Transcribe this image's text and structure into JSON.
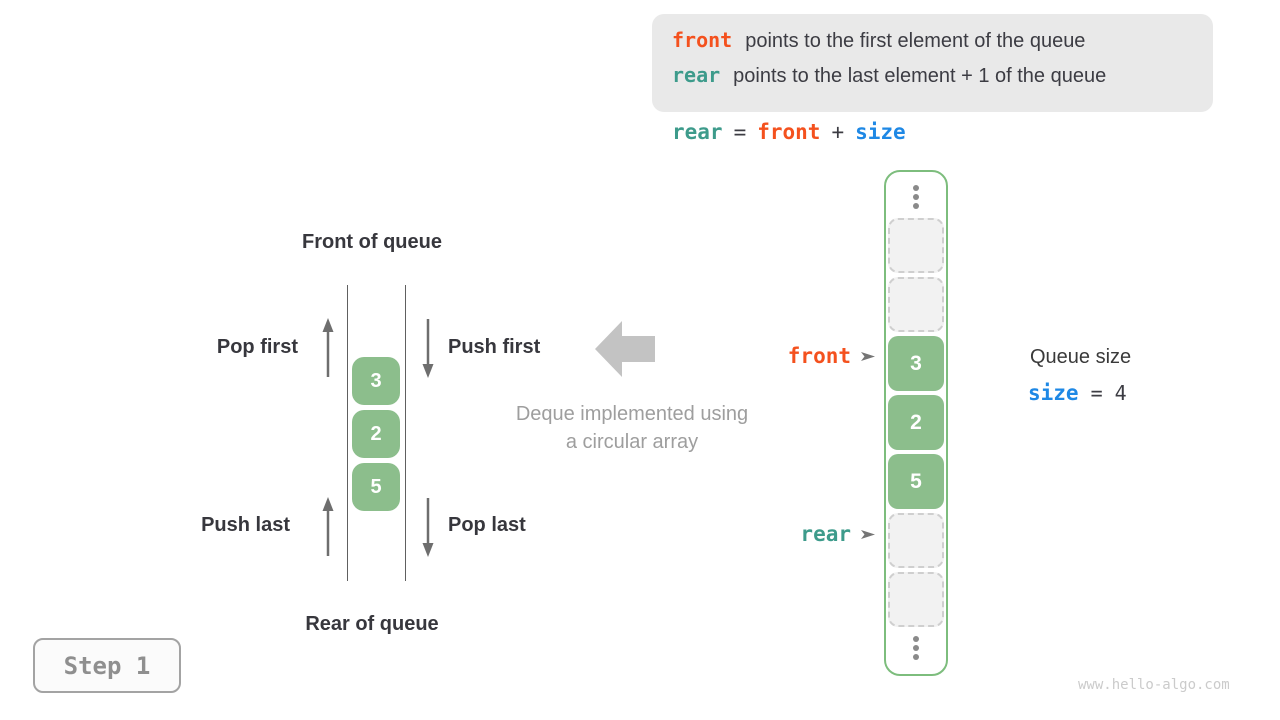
{
  "colors": {
    "orange": "#F4511E",
    "teal": "#3D9B8B",
    "blue": "#1E88E5",
    "dark": "#3C3C43",
    "green_fill": "#8CBE8C",
    "green_border": "#7DBD7D",
    "caption_gray": "#9E9E9E",
    "arrow_gray": "#6E6E6E",
    "block_arrow_gray": "#C3C3C3"
  },
  "info_box": {
    "lines": [
      {
        "code": "front",
        "color": "orange",
        "text": "points to the first element of the queue"
      },
      {
        "code": "rear",
        "color": "teal",
        "text": "points to the last element + 1 of the queue"
      }
    ]
  },
  "formula": {
    "tokens": [
      {
        "text": "rear",
        "type": "keyword",
        "color": "teal"
      },
      {
        "text": "=",
        "type": "operator",
        "color": "dark"
      },
      {
        "text": "front",
        "type": "keyword",
        "color": "orange"
      },
      {
        "text": "+",
        "type": "operator",
        "color": "dark"
      },
      {
        "text": "size",
        "type": "keyword",
        "color": "blue"
      }
    ]
  },
  "deque": {
    "front_label": "Front of queue",
    "rear_label": "Rear of queue",
    "pop_first": "Pop first",
    "push_first": "Push first",
    "push_last": "Push last",
    "pop_last": "Pop last",
    "values": [
      "3",
      "2",
      "5"
    ]
  },
  "caption": {
    "line1": "Deque implemented using",
    "line2": "a circular array"
  },
  "array": {
    "front_pointer": "front",
    "rear_pointer": "rear",
    "cells": [
      {
        "type": "dots"
      },
      {
        "type": "empty"
      },
      {
        "type": "empty"
      },
      {
        "type": "value",
        "value": "3"
      },
      {
        "type": "value",
        "value": "2"
      },
      {
        "type": "value",
        "value": "5"
      },
      {
        "type": "empty"
      },
      {
        "type": "empty"
      },
      {
        "type": "dots"
      }
    ]
  },
  "queue_size": {
    "label": "Queue size",
    "var": "size",
    "eq": "=",
    "value": "4"
  },
  "step_badge": "Step 1",
  "watermark": "www.hello-algo.com"
}
